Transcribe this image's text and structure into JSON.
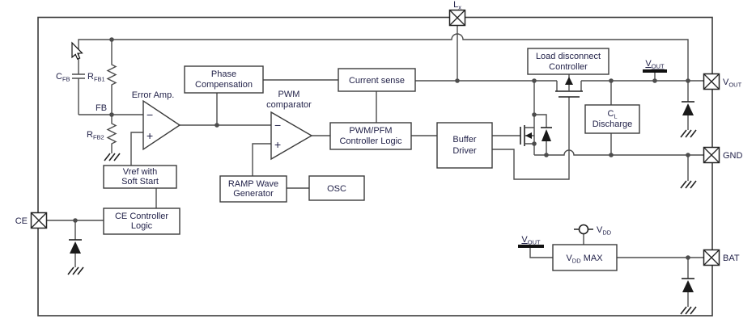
{
  "colors": {
    "wire": "#4d4d4d",
    "box": "#3b3b3b",
    "text": "#23234a",
    "canvas": "#ffffff"
  },
  "pins": {
    "lx": {
      "main": "L",
      "sub": "x"
    },
    "vout": {
      "main": "V",
      "sub": "OUT"
    },
    "gnd": {
      "label": "GND"
    },
    "bat": {
      "label": "BAT"
    },
    "ce": {
      "label": "CE"
    }
  },
  "blocks": {
    "phase_comp": {
      "line1": "Phase",
      "line2": "Compensation"
    },
    "current_sense": {
      "label": "Current sense"
    },
    "pwm_pfm": {
      "line1": "PWM/PFM",
      "line2": "Controller Logic"
    },
    "buffer_driver": {
      "line1": "Buffer",
      "line2": "Driver"
    },
    "load_disconnect": {
      "line1": "Load disconnect",
      "line2": "Controller"
    },
    "cl_discharge": {
      "line1_main": "C",
      "line1_sub": "L",
      "line2": "Discharge"
    },
    "vref": {
      "line1": "Vref with",
      "line2": "Soft Start"
    },
    "ce_logic": {
      "line1": "CE Controller",
      "line2": "Logic"
    },
    "ramp": {
      "line1": "RAMP Wave",
      "line2": "Generator"
    },
    "osc": {
      "label": "OSC"
    },
    "vdd_max": {
      "main": "V",
      "sub": "DD",
      "rest": " MAX"
    }
  },
  "amplifiers": {
    "error_amp": {
      "label": "Error Amp.",
      "minus": "−",
      "plus": "+"
    },
    "pwm_comparator": {
      "label1": "PWM",
      "label2": "comparator",
      "minus": "−",
      "plus": "+"
    }
  },
  "feedback": {
    "cfb": {
      "main": "C",
      "sub": "FB"
    },
    "rfb1": {
      "main": "R",
      "sub": "FB1"
    },
    "rfb2": {
      "main": "R",
      "sub": "FB2"
    },
    "fb_node": "FB"
  },
  "probes": {
    "vout_top": {
      "main": "V",
      "sub": "OUT"
    },
    "vout_supply": {
      "main": "V",
      "sub": "OUT"
    },
    "vdd": {
      "main": "V",
      "sub": "DD"
    }
  }
}
